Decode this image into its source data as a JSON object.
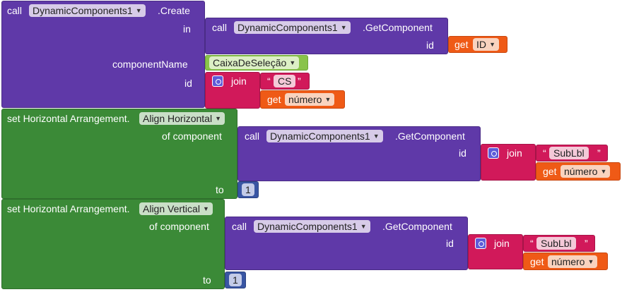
{
  "create": {
    "call": "call",
    "component": "DynamicComponents1",
    "method": ".Create",
    "in": "in",
    "componentName": "componentName",
    "id": "id"
  },
  "getcomp1": {
    "call": "call",
    "component": "DynamicComponents1",
    "method": ".GetComponent",
    "id": "id"
  },
  "getID": {
    "get": "get",
    "var": "ID"
  },
  "compNameValue": "CaixaDeSeleção",
  "join1": {
    "join": "join",
    "text": "CS",
    "quote_open": "“",
    "quote_close": "”"
  },
  "getNumero1": {
    "get": "get",
    "var": "número"
  },
  "setAlignH": {
    "set": "set Horizontal Arrangement.",
    "prop": "Align Horizontal",
    "of": "of component",
    "to": "to"
  },
  "getcomp2": {
    "call": "call",
    "component": "DynamicComponents1",
    "method": ".GetComponent",
    "id": "id"
  },
  "join2": {
    "join": "join",
    "text": "SubLbl",
    "quote_open": "“",
    "quote_close": "”"
  },
  "getNumero2": {
    "get": "get",
    "var": "número"
  },
  "num1": "1",
  "setAlignV": {
    "set": "set Horizontal Arrangement.",
    "prop": "Align Vertical",
    "of": "of component",
    "to": "to"
  },
  "getcomp3": {
    "call": "call",
    "component": "DynamicComponents1",
    "method": ".GetComponent",
    "id": "id"
  },
  "join3": {
    "join": "join",
    "text": "SubLbl",
    "quote_open": "“",
    "quote_close": "”"
  },
  "getNumero3": {
    "get": "get",
    "var": "número"
  },
  "num2": "1",
  "colors": {
    "purple": "#5f39a8",
    "green": "#3b8a37",
    "light_green": "#89c34a",
    "pink": "#d1195a",
    "orange": "#ef5a16",
    "blue": "#3855a3"
  },
  "icons": {
    "dropdown": "▼",
    "mutator": "gear-icon"
  }
}
